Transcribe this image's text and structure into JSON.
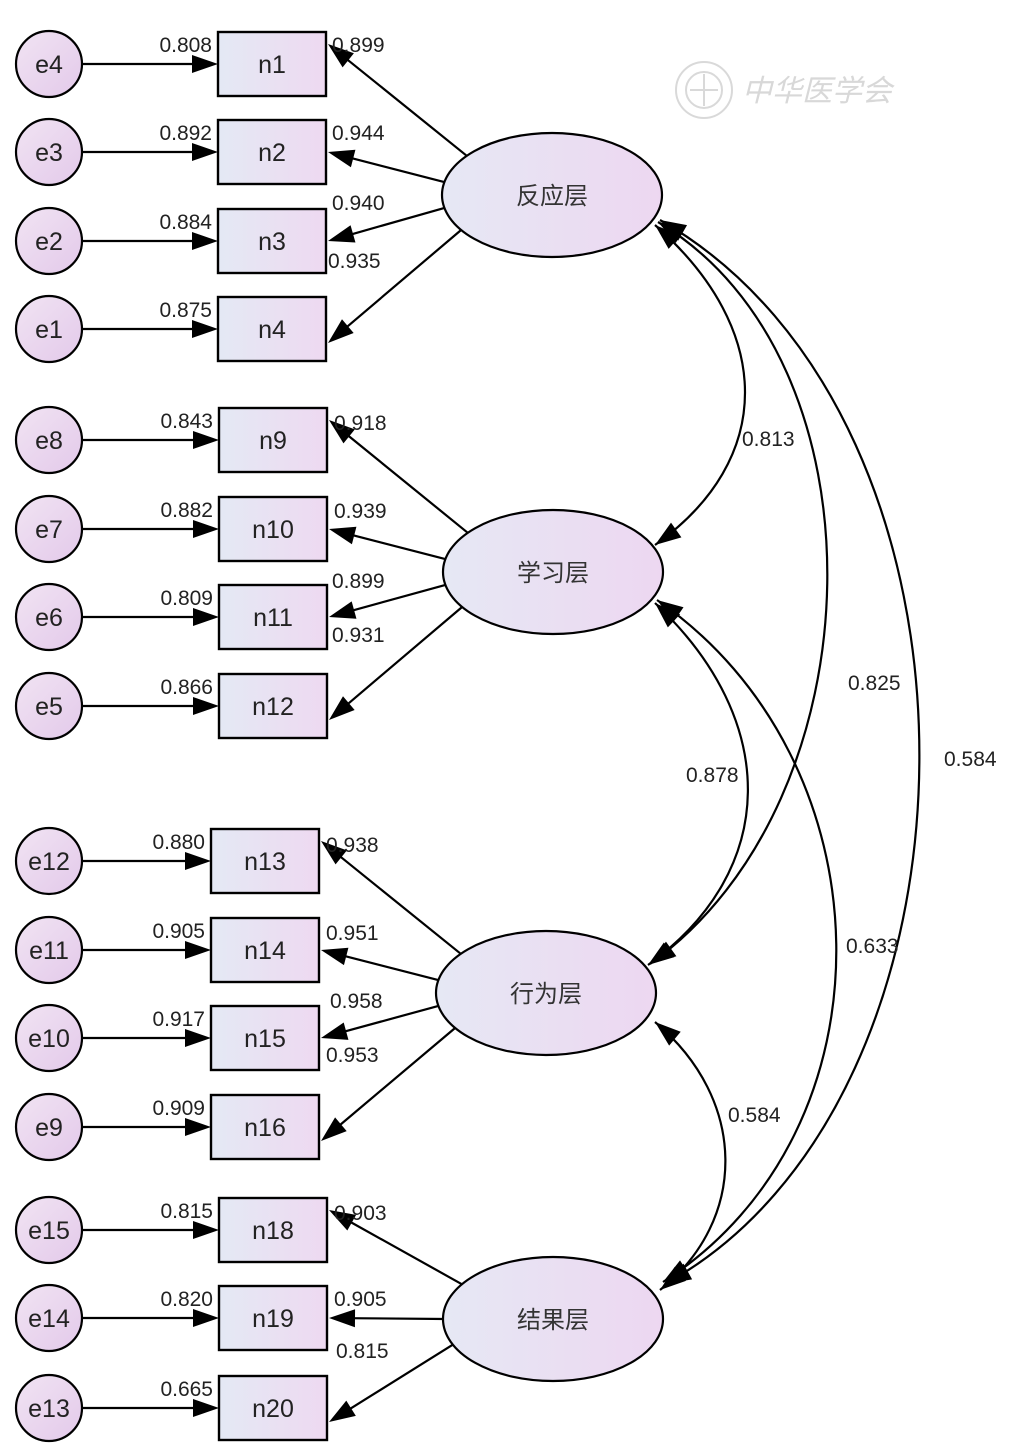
{
  "watermark": "中华医学会",
  "factors": [
    {
      "id": "F1",
      "label": "反应层"
    },
    {
      "id": "F2",
      "label": "学习层"
    },
    {
      "id": "F3",
      "label": "行为层"
    },
    {
      "id": "F4",
      "label": "结果层"
    }
  ],
  "items": [
    {
      "label": "n1",
      "error": "e4",
      "factor": "F1",
      "r2": "0.808",
      "loading": "0.899"
    },
    {
      "label": "n2",
      "error": "e3",
      "factor": "F1",
      "r2": "0.892",
      "loading": "0.944"
    },
    {
      "label": "n3",
      "error": "e2",
      "factor": "F1",
      "r2": "0.884",
      "loading": "0.940"
    },
    {
      "label": "n4",
      "error": "e1",
      "factor": "F1",
      "r2": "0.875",
      "loading": "0.935"
    },
    {
      "label": "n9",
      "error": "e8",
      "factor": "F2",
      "r2": "0.843",
      "loading": "0.918"
    },
    {
      "label": "n10",
      "error": "e7",
      "factor": "F2",
      "r2": "0.882",
      "loading": "0.939"
    },
    {
      "label": "n11",
      "error": "e6",
      "factor": "F2",
      "r2": "0.809",
      "loading": "0.899"
    },
    {
      "label": "n12",
      "error": "e5",
      "factor": "F2",
      "r2": "0.866",
      "loading": "0.931"
    },
    {
      "label": "n13",
      "error": "e12",
      "factor": "F3",
      "r2": "0.880",
      "loading": "0.938"
    },
    {
      "label": "n14",
      "error": "e11",
      "factor": "F3",
      "r2": "0.905",
      "loading": "0.951"
    },
    {
      "label": "n15",
      "error": "e10",
      "factor": "F3",
      "r2": "0.917",
      "loading": "0.958"
    },
    {
      "label": "n16",
      "error": "e9",
      "factor": "F3",
      "r2": "0.909",
      "loading": "0.953"
    },
    {
      "label": "n18",
      "error": "e15",
      "factor": "F4",
      "r2": "0.815",
      "loading": "0.903"
    },
    {
      "label": "n19",
      "error": "e14",
      "factor": "F4",
      "r2": "0.820",
      "loading": "0.905"
    },
    {
      "label": "n20",
      "error": "e13",
      "factor": "F4",
      "r2": "0.665",
      "loading": "0.815"
    }
  ],
  "correlations": [
    {
      "from": "F1",
      "to": "F2",
      "value": "0.813"
    },
    {
      "from": "F1",
      "to": "F3",
      "value": "0.825"
    },
    {
      "from": "F1",
      "to": "F4",
      "value": "0.584"
    },
    {
      "from": "F2",
      "to": "F3",
      "value": "0.878"
    },
    {
      "from": "F2",
      "to": "F4",
      "value": "0.633"
    },
    {
      "from": "F3",
      "to": "F4",
      "value": "0.584"
    }
  ]
}
